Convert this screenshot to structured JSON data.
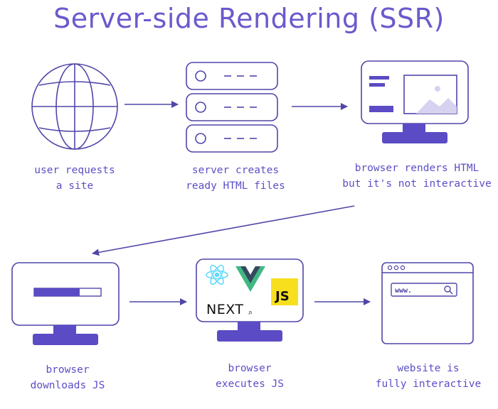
{
  "title": "Server-side Rendering (SSR)",
  "colors": {
    "stroke": "#4f46a8",
    "accent": "#6a5acd",
    "fill_dark": "#5b4bc4",
    "fill_light": "#d6d2ef",
    "js_yellow": "#f7df1e",
    "vue_green": "#41b883",
    "vue_dark": "#35495e",
    "react_blue": "#61dafb"
  },
  "steps": [
    {
      "id": "user-requests",
      "icon": "globe-icon",
      "caption": [
        "user requests",
        "a site"
      ]
    },
    {
      "id": "server-creates",
      "icon": "server-icon",
      "caption": [
        "server creates",
        "ready HTML files"
      ]
    },
    {
      "id": "browser-renders",
      "icon": "monitor-layout-icon",
      "caption": [
        "browser renders HTML",
        "but it's not interactive"
      ]
    },
    {
      "id": "browser-downloads",
      "icon": "monitor-progress-icon",
      "caption": [
        "browser",
        "downloads JS"
      ]
    },
    {
      "id": "browser-executes",
      "icon": "monitor-frameworks-icon",
      "caption": [
        "browser",
        "executes JS"
      ]
    },
    {
      "id": "website-interactive",
      "icon": "browser-window-icon",
      "caption": [
        "website is",
        "fully interactive"
      ]
    }
  ],
  "logos": {
    "next": "NEXT",
    "next_sub": ".JS",
    "js": "JS"
  },
  "url_text": "www."
}
